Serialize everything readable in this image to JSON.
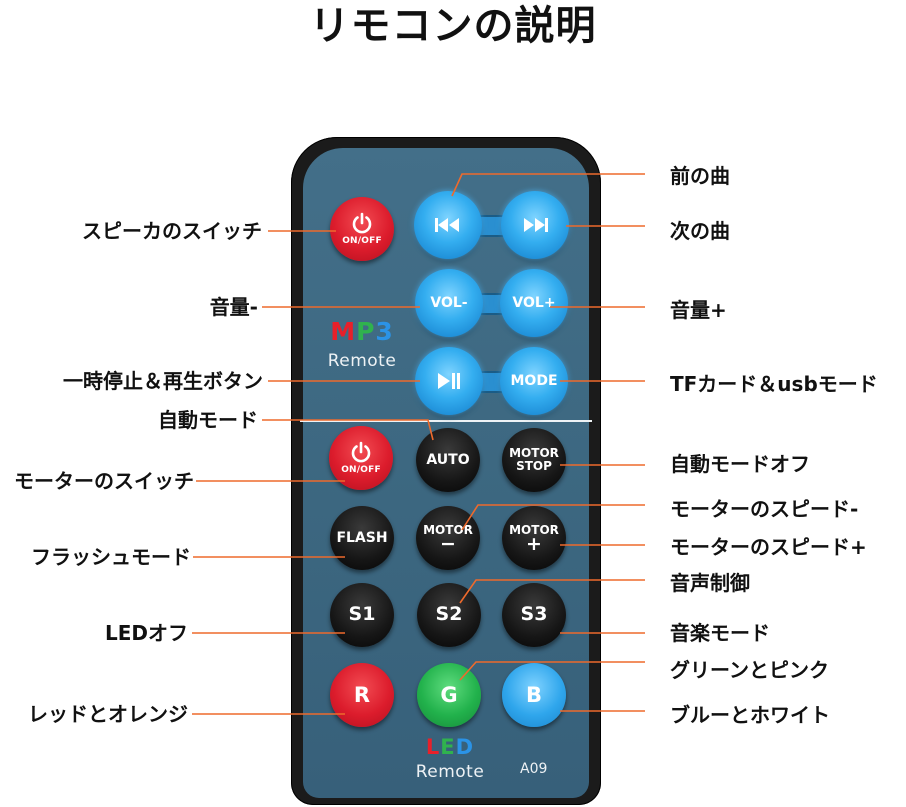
{
  "title": "リモコンの説明",
  "colors": {
    "leader_line": "#ee6a2c",
    "remote_face": "#3e6b85",
    "button_blue": "#1e9fe8",
    "button_red": "#d9182b",
    "button_black": "#161616",
    "button_green": "#22b24c"
  },
  "remote": {
    "mp3_logo": [
      "M",
      "P",
      "3"
    ],
    "mp3_sub": "Remote",
    "led_logo": [
      "L",
      "E",
      "D"
    ],
    "led_sub": "Remote",
    "model": "A09",
    "buttons": {
      "speaker_power": {
        "icon": "power-icon",
        "label": "ON/OFF"
      },
      "previous_track": {
        "icon": "previous-track-icon"
      },
      "next_track": {
        "icon": "next-track-icon"
      },
      "vol_down": {
        "label": "VOL-"
      },
      "vol_up": {
        "label": "VOL+"
      },
      "play_pause": {
        "icon": "play-pause-icon"
      },
      "mode": {
        "label": "MODE"
      },
      "motor_power": {
        "icon": "power-icon",
        "label": "ON/OFF"
      },
      "auto": {
        "label": "AUTO"
      },
      "motor_stop": {
        "line1": "MOTOR",
        "line2": "STOP"
      },
      "flash": {
        "label": "FLASH"
      },
      "motor_minus": {
        "line1": "MOTOR",
        "line2": "−"
      },
      "motor_plus": {
        "line1": "MOTOR",
        "line2": "+"
      },
      "s1": {
        "label": "S1"
      },
      "s2": {
        "label": "S2"
      },
      "s3": {
        "label": "S3"
      },
      "r": {
        "label": "R"
      },
      "g": {
        "label": "G"
      },
      "b": {
        "label": "B"
      }
    }
  },
  "labels": {
    "left": [
      "スピーカのスイッチ",
      "音量-",
      "一時停止＆再生ボタン",
      "自動モード",
      "モーターのスイッチ",
      "フラッシュモード",
      "LEDオフ",
      "レッドとオレンジ"
    ],
    "right": [
      "前の曲",
      "次の曲",
      "音量+",
      "TFカード＆usbモード",
      "自動モードオフ",
      "モーターのスピード-",
      "モーターのスピード+",
      "音声制御",
      "音楽モード",
      "グリーンとピンク",
      "ブルーとホワイト"
    ]
  }
}
